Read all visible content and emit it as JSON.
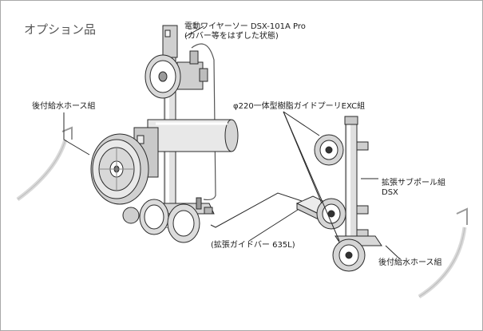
{
  "title": "オプション品",
  "labels": {
    "wiresaw_name": "電動ワイヤーソー DSX-101A Pro",
    "wiresaw_note": "(カバー等をはずした状態)",
    "rear_hose_left": "後付給水ホース組",
    "pulley": "φ220一体型樹脂ガイドプーリEXC組",
    "sub_pole_line1": "拡張サブポール組",
    "sub_pole_line2": "DSX",
    "guide_bar": "(拡張ガイドバー 635L)",
    "rear_hose_right": "後付給水ホース組"
  },
  "colors": {
    "line": "#2a2a2a",
    "metal_light": "#e6e6e6",
    "metal_mid": "#bdbdbd",
    "metal_dark": "#6e6e6e"
  }
}
